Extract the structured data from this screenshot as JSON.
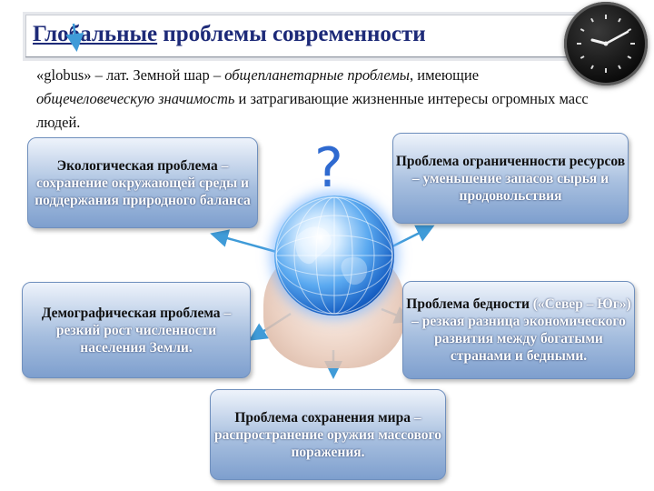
{
  "title": {
    "underlined": "Глобальные",
    "rest": " проблемы современности"
  },
  "intro": {
    "part1": "«globus» – лат. Земной шар – ",
    "em1": "общепланетарные проблемы",
    "part2": ", имеющие ",
    "em2": "общечеловеческую значимость",
    "part3": " и затрагивающие жизненные интересы огромных масс людей."
  },
  "question_mark": "?",
  "boxes": {
    "ecology": {
      "head": "Экологическая проблема",
      "body": " – сохранение окружающей среды и поддержания природного баланса"
    },
    "resources": {
      "head": "Проблема ограниченности ресурсов",
      "body": " – уменьшение запасов сырья и продовольствия"
    },
    "demography": {
      "head": "Демографическая проблема",
      "body": " – резкий рост численности населения Земли."
    },
    "poverty": {
      "head": "Проблема бедности",
      "body": " («Север – Юг») – резкая разница экономического развития между богатыми странами и бедными."
    },
    "peace": {
      "head": "Проблема сохранения мира",
      "body": " – распространение оружия массового поражения."
    }
  },
  "icons": {
    "clock": "clock-icon",
    "globe": "globe-in-hands-icon",
    "arrow": "arrow-icon"
  },
  "colors": {
    "title": "#1d2a78",
    "box_fill": "#a7bfdf",
    "box_border": "#6f8fbd",
    "arrow": "#3f9bd8",
    "question": "#2f6ad0"
  }
}
